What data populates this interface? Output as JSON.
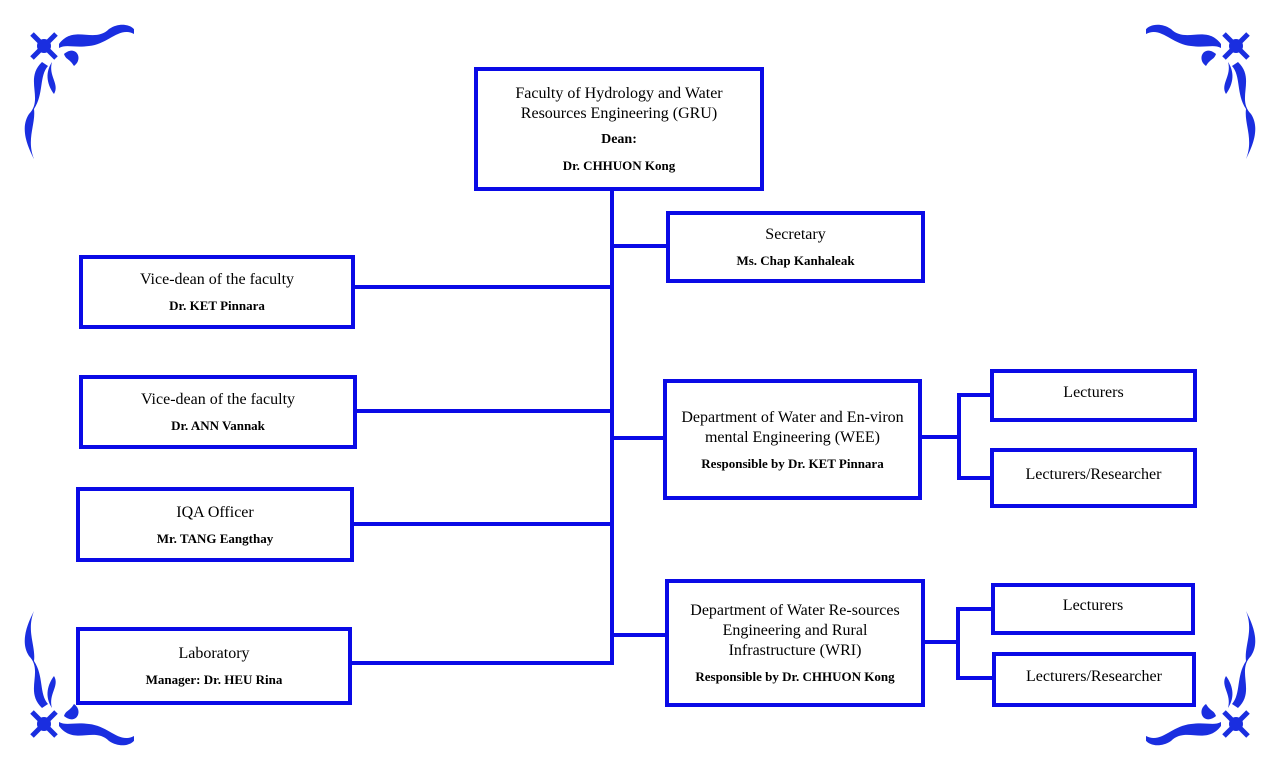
{
  "colors": {
    "accent": "#0a0ae6",
    "background": "#ffffff",
    "text": "#000000"
  },
  "dean": {
    "title": "Faculty of Hydrology and Water Resources Engineering (GRU)",
    "role": "Dean:",
    "name": "Dr. CHHUON Kong"
  },
  "secretary": {
    "title": "Secretary",
    "name": "Ms. Chap Kanhaleak"
  },
  "left_units": [
    {
      "title": "Vice-dean of the faculty",
      "name": "Dr. KET Pinnara"
    },
    {
      "title": "Vice-dean of the faculty",
      "name": "Dr. ANN Vannak"
    },
    {
      "title": "IQA Officer",
      "name": "Mr. TANG Eangthay"
    },
    {
      "title": "Laboratory",
      "name": "Manager: Dr. HEU Rina"
    }
  ],
  "departments": [
    {
      "title": "Department of Water and En-vironmental Engineering (WEE)",
      "responsible": "Responsible by Dr. KET Pinnara",
      "staff": [
        "Lecturers",
        "Lecturers/Researcher"
      ]
    },
    {
      "title": "Department of Water Re-sources Engineering and Rural Infrastructure (WRI)",
      "responsible": "Responsible by Dr. CHHUON Kong",
      "staff": [
        "Lecturers",
        "Lecturers/Researcher"
      ]
    }
  ],
  "decorations": [
    "floral-corner-top-left",
    "floral-corner-top-right",
    "floral-corner-bottom-left",
    "floral-corner-bottom-right"
  ]
}
